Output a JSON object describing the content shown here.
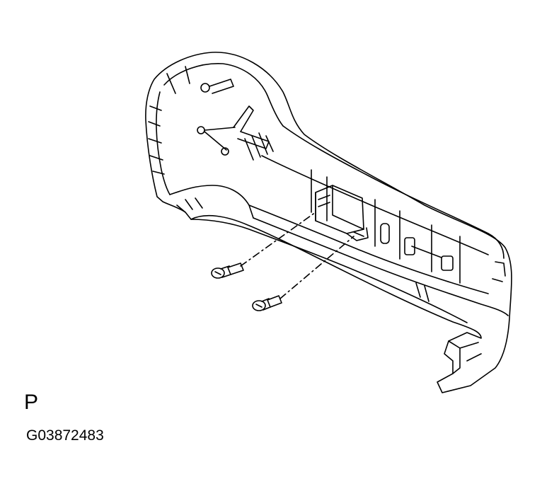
{
  "diagram": {
    "view_letter": "P",
    "figure_code": "G03872483",
    "parts": [
      "console-panel-shell",
      "electronic-module",
      "screw",
      "screw"
    ]
  }
}
